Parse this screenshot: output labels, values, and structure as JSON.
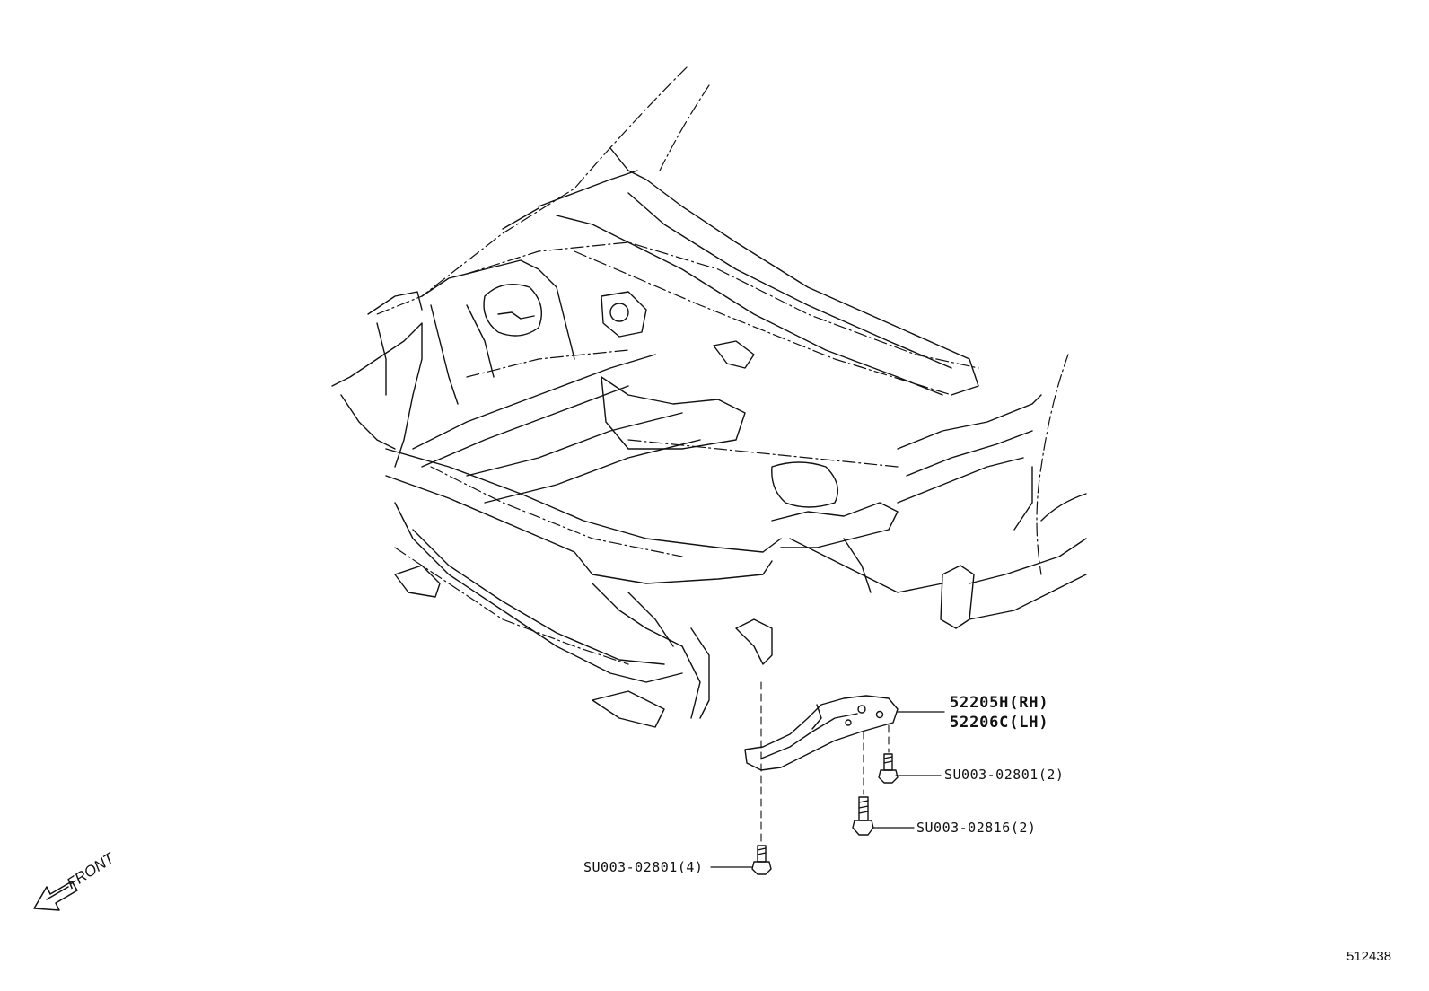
{
  "diagram": {
    "part_callouts": [
      {
        "code": "52205H(RH)"
      },
      {
        "code": "52206C(LH)"
      },
      {
        "code": "SU003-02801(2)"
      },
      {
        "code": "SU003-02816(2)"
      },
      {
        "code": "SU003-02801(4)"
      }
    ],
    "front_indicator": "FRONT",
    "figure_number": "512438"
  }
}
